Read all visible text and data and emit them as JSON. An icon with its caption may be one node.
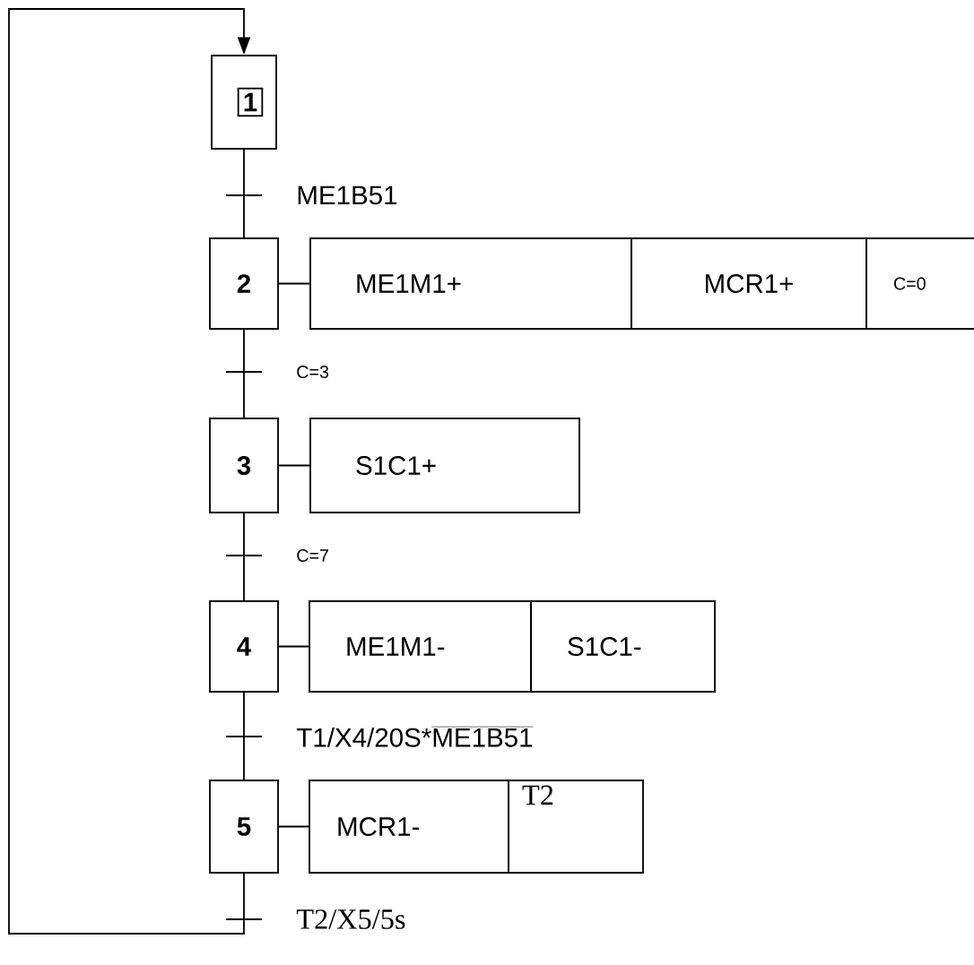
{
  "diagram": {
    "nodes": [
      {
        "text": [
          "1"
        ]
      },
      {
        "text": [
          "2"
        ]
      },
      {
        "text": [
          "ME1M1+"
        ]
      },
      {
        "text": [
          "MCR1+"
        ]
      },
      {
        "text": [
          "C=0"
        ]
      },
      {
        "text": [
          "3"
        ]
      },
      {
        "text": [
          "S1C1+"
        ]
      },
      {
        "text": [
          "4"
        ]
      },
      {
        "text": [
          "ME1M1-"
        ]
      },
      {
        "text": [
          "S1C1-"
        ]
      },
      {
        "text": [
          "5"
        ]
      },
      {
        "text": [
          "MCR1-"
        ]
      },
      {
        "text": [
          "T2"
        ]
      }
    ],
    "edges": [
      {
        "from": 0,
        "to": 1,
        "arrow": "none",
        "label": "ME1B51"
      },
      {
        "from": 1,
        "to": 2,
        "arrow": "none"
      },
      {
        "from": 1,
        "to": 5,
        "arrow": "none",
        "label": "C=3"
      },
      {
        "from": 5,
        "to": 6,
        "arrow": "none"
      },
      {
        "from": 5,
        "to": 7,
        "arrow": "none",
        "label": "C=7"
      },
      {
        "from": 7,
        "to": 8,
        "arrow": "none"
      },
      {
        "from": 7,
        "to": 10,
        "arrow": "none",
        "label": "\\mbox{T1/X4/20S*}\\overline{\\mbox{ME1B51}}"
      },
      {
        "from": 10,
        "to": 11,
        "arrow": "none"
      },
      {
        "from": 10,
        "to": 0,
        "arrow": "to",
        "label": "T2/X5/5s"
      }
    ]
  }
}
